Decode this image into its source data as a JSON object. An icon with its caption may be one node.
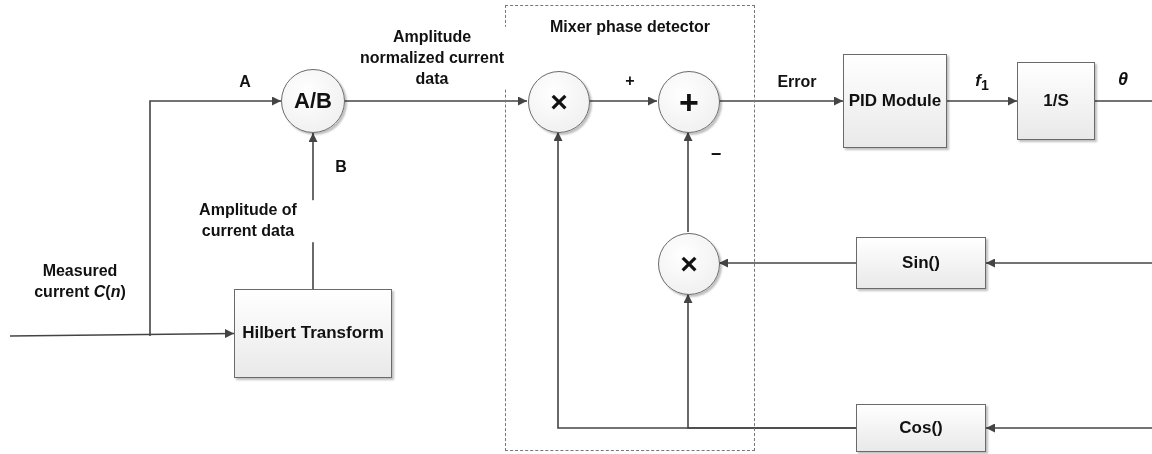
{
  "diagram": {
    "nodes": [
      {
        "text": [
          "Hilbert Transform"
        ]
      },
      {
        "text": [
          "A/B"
        ]
      },
      {
        "text": [
          "Mixer phase detector"
        ]
      },
      {
        "text": [
          "×"
        ],
        "in": 2
      },
      {
        "text": [
          "+"
        ],
        "in": 2
      },
      {
        "text": [
          "×"
        ],
        "in": 2
      },
      {
        "text": [
          "PID Module"
        ]
      },
      {
        "text": [
          "1/S"
        ]
      },
      {
        "text": [
          "Sin()"
        ]
      },
      {
        "text": [
          "Cos()"
        ]
      }
    ],
    "edges": [
      {
        "from": null,
        "to": 0,
        "arrow": "to"
      },
      {
        "from": null,
        "to": 1,
        "arrow": "to",
        "label": "A"
      },
      {
        "from": 0,
        "to": 1,
        "arrow": "to",
        "label": "B"
      },
      {
        "from": 1,
        "to": 3,
        "arrow": "to",
        "label": "Amplitude normalized current data"
      },
      {
        "from": 3,
        "to": 4,
        "arrow": "to",
        "label": "+"
      },
      {
        "from": 5,
        "to": 4,
        "arrow": "to",
        "label": "−"
      },
      {
        "from": 4,
        "to": 6,
        "arrow": "to",
        "label": "Error"
      },
      {
        "from": 6,
        "to": 7,
        "arrow": "to",
        "label": "*f*$_{1}$"
      },
      {
        "from": 7,
        "to": null,
        "arrow": "none",
        "label": "θ"
      },
      {
        "from": null,
        "to": 8,
        "arrow": "to"
      },
      {
        "from": 8,
        "to": 5,
        "arrow": "to"
      },
      {
        "from": null,
        "to": 9,
        "arrow": "to"
      },
      {
        "from": 9,
        "to": 3,
        "arrow": "to"
      },
      {
        "from": 9,
        "to": 5,
        "arrow": "to"
      }
    ],
    "labels": [
      "Measured current *C*(*n*)",
      "Amplitude of current data"
    ]
  }
}
